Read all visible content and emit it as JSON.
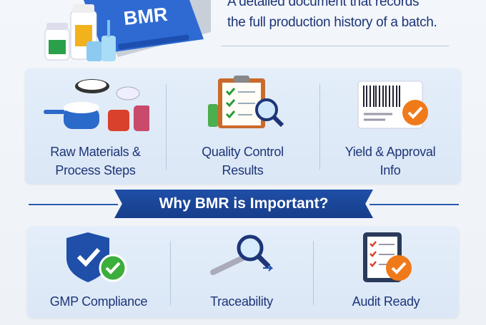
{
  "header": {
    "logo_text": "BMR",
    "tagline_lines": [
      "A detailed document that records",
      "the full production history of a batch."
    ]
  },
  "contents": [
    {
      "label_lines": [
        "Raw Materials &",
        "Process Steps"
      ],
      "icon": "raw-materials-icon"
    },
    {
      "label_lines": [
        "Quality Control",
        "Results"
      ],
      "icon": "clipboard-magnifier-icon"
    },
    {
      "label_lines": [
        "Yield & Approval",
        "Info"
      ],
      "icon": "barcode-check-icon"
    }
  ],
  "banner": {
    "title": "Why BMR is Important?"
  },
  "importance": [
    {
      "label": "GMP Compliance",
      "icon": "shield-check-icon"
    },
    {
      "label": "Traceability",
      "icon": "magnifier-icon"
    },
    {
      "label": "Audit Ready",
      "icon": "clipboard-check-icon"
    }
  ],
  "colors": {
    "navy": "#1d3577",
    "blue": "#1f4fa8",
    "orange": "#f07a1a",
    "green": "#3cae3c"
  }
}
